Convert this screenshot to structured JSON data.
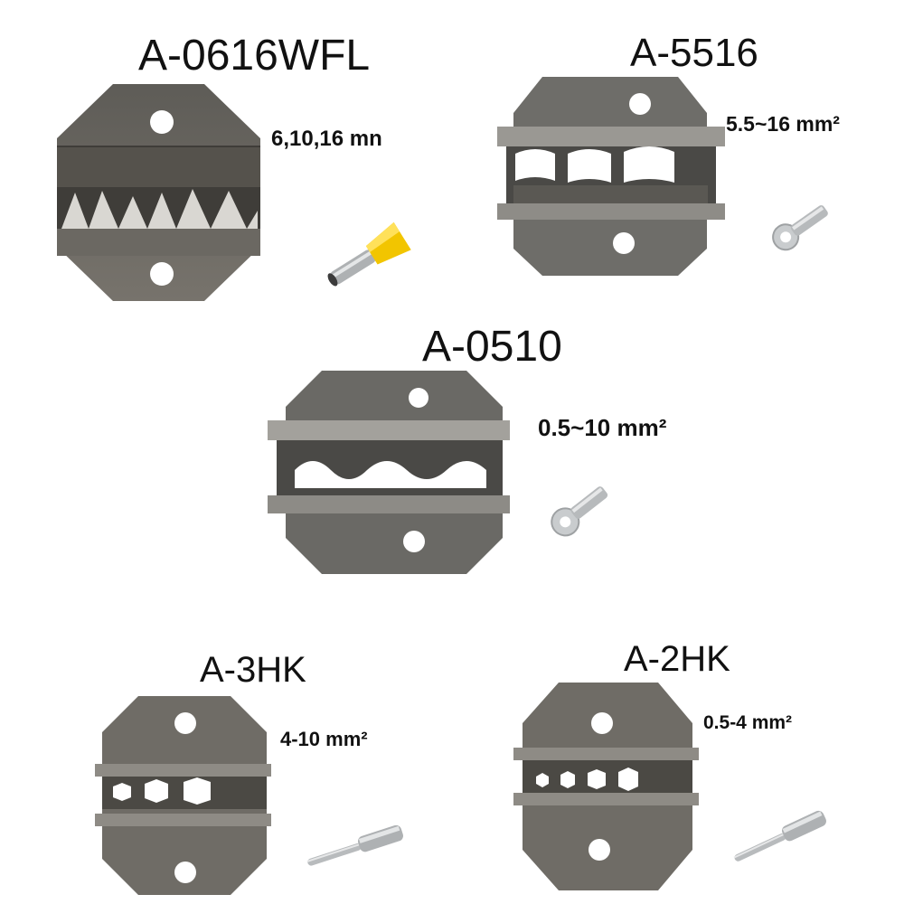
{
  "products": [
    {
      "model": "A-0616WFL",
      "spec": "6,10,16 mn",
      "die_icon": "crimp-die-icon",
      "terminal_icon": "ferrule-terminal-icon"
    },
    {
      "model": "A-5516",
      "spec": "5.5~16 mm²",
      "die_icon": "crimp-die-icon",
      "terminal_icon": "ring-terminal-icon"
    },
    {
      "model": "A-0510",
      "spec": "0.5~10 mm²",
      "die_icon": "crimp-die-icon",
      "terminal_icon": "ring-terminal-icon"
    },
    {
      "model": "A-3HK",
      "spec": "4-10 mm²",
      "die_icon": "crimp-die-icon",
      "terminal_icon": "pin-terminal-icon"
    },
    {
      "model": "A-2HK",
      "spec": "0.5-4 mm²",
      "die_icon": "crimp-die-icon",
      "terminal_icon": "pin-terminal-icon"
    }
  ],
  "colors": {
    "steel": "#6e6d69",
    "steel_dark": "#4a4946",
    "steel_light": "#9a9893",
    "ferrule_yellow": "#f2c500",
    "silver": "#c9ccce"
  }
}
